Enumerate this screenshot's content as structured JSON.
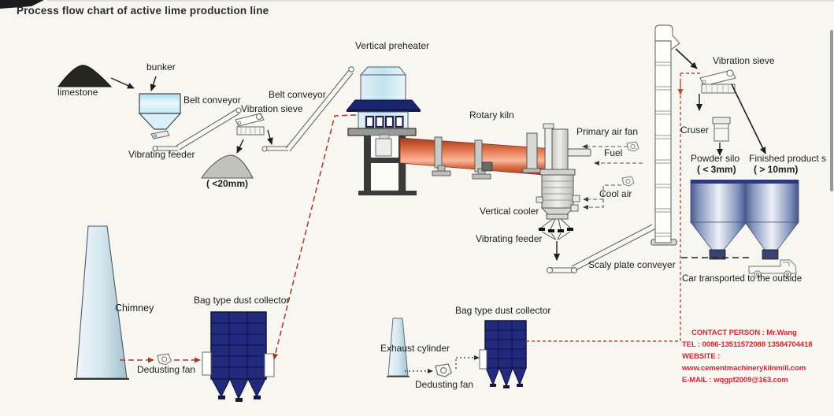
{
  "title": "Process flow chart of active lime production line",
  "labels": {
    "limestone": "limestone",
    "bunker": "bunker",
    "belt_conveyor_1": "Belt conveyor",
    "vibration_sieve_1": "Vibration sieve",
    "belt_conveyor_2": "Belt conveyor",
    "vibrating_feeder_1": "Vibrating feeder",
    "crushed_size": "( <20mm)",
    "vertical_preheater": "Vertical preheater",
    "rotary_kiln": "Rotary kiln",
    "primary_air_fan": "Primary air fan",
    "fuel": "Fuel",
    "cool_air": "Cool air",
    "vertical_cooler": "Vertical cooler",
    "vibrating_feeder_2": "Vibrating  feeder",
    "scaly_plate_conveyer": "Scaly plate conveyer",
    "vibration_sieve_2": "Vibration sieve",
    "cruser": "Cruser",
    "powder_silo": "Powder silo",
    "powder_silo_size": "( < 3mm)",
    "finished_product_silo": "Finished product s",
    "finished_product_size": "( > 10mm)",
    "car_transport": "Car  transported to the outside",
    "chimney": "Chimney",
    "bag_dust_collector_1": "Bag type dust collector",
    "dedusting_fan_1": "Dedusting fan",
    "exhaust_cylinder": "Exhaust cylinder",
    "bag_dust_collector_2": "Bag type dust collector",
    "dedusting_fan_2": "Dedusting fan"
  },
  "contact": {
    "person": "CONTACT PERSON : Mr.Wang",
    "tel": "TEL : 0086-13511572088 13584704418",
    "website": "WEBSITE : www.cementmachinerykilnmill.com",
    "email": "E-MAIL : wqgpf2009@163.com"
  },
  "colors": {
    "contact_red": "#d22630",
    "duct_line_red": "#a5392c",
    "duct_line_orange": "#b5503a",
    "collector_navy": "#212a7d",
    "kiln_orange": "#d96a42",
    "silo_blue": "#8495bd",
    "preheater_blue": "#cfe9f2",
    "preheater_band_navy": "#1b2670"
  }
}
